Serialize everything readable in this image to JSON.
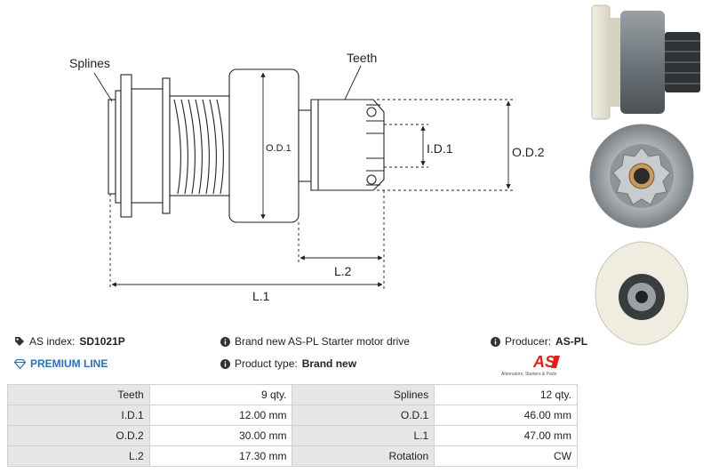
{
  "drawing": {
    "splines_label": "Splines",
    "teeth_label": "Teeth",
    "od1_label": "O.D.1",
    "id1_label": "I.D.1",
    "od2_label": "O.D.2",
    "l2_label": "L.2",
    "l1_label": "L.1"
  },
  "info": {
    "as_index_prefix": "AS index:",
    "as_index_value": "SD1021P",
    "premium_line": "PREMIUM LINE",
    "brand_text": "Brand new AS-PL Starter motor drive",
    "product_type_prefix": "Product type:",
    "product_type_value": "Brand new",
    "producer_prefix": "Producer:",
    "producer_value": "AS-PL"
  },
  "logo": {
    "mark": "AS",
    "tagline": "Alternators, Starters & Parts",
    "color": "#e0211b"
  },
  "specs": {
    "rows": [
      {
        "l1": "Teeth",
        "v1": "9 qty.",
        "l2": "Splines",
        "v2": "12 qty."
      },
      {
        "l1": "I.D.1",
        "v1": "12.00 mm",
        "l2": "O.D.1",
        "v2": "46.00 mm"
      },
      {
        "l1": "O.D.2",
        "v1": "30.00 mm",
        "l2": "L.1",
        "v2": "47.00 mm"
      },
      {
        "l1": "L.2",
        "v1": "17.30 mm",
        "l2": "Rotation",
        "v2": "CW"
      }
    ]
  },
  "icons": {
    "tag": "tag-icon",
    "diamond": "diamond-icon",
    "info": "info-icon"
  },
  "colors": {
    "premium": "#2a6fb4",
    "table_label_bg": "#e6e6e6",
    "table_border": "#d0d0d0"
  }
}
